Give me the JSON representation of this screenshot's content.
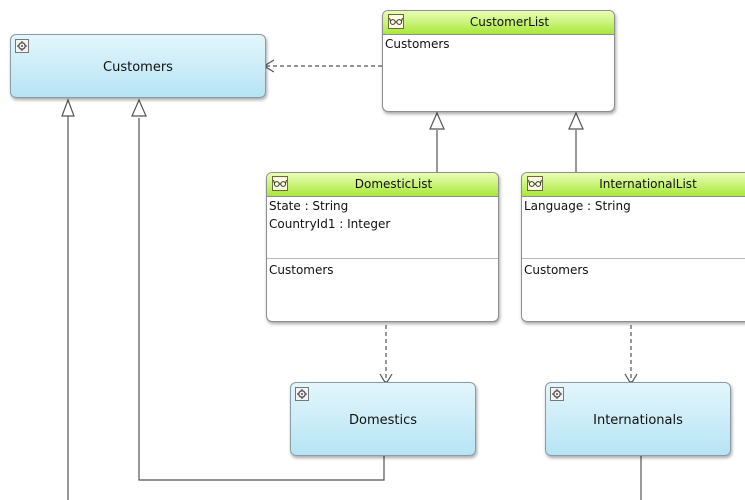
{
  "entities": {
    "customers": {
      "label": "Customers"
    },
    "domestics": {
      "label": "Domestics"
    },
    "internationals": {
      "label": "Internationals"
    }
  },
  "classes": {
    "customer_list": {
      "name": "CustomerList",
      "attributes": [],
      "references": [
        "Customers"
      ]
    },
    "domestic_list": {
      "name": "DomesticList",
      "attributes": [
        "State : String",
        "CountryId1 : Integer"
      ],
      "references": [
        "Customers"
      ]
    },
    "international_list": {
      "name": "InternationalList",
      "attributes": [
        "Language : String"
      ],
      "references": [
        "Customers"
      ]
    }
  },
  "colors": {
    "entity_fill_top": "#e3f6fc",
    "entity_fill_bottom": "#b6e4f4",
    "class_header_top": "#eaffb8",
    "class_header_bottom": "#a9e83a",
    "connector": "#555555"
  },
  "icons": {
    "entity": "entity-gear-icon",
    "class": "class-glasses-icon"
  }
}
